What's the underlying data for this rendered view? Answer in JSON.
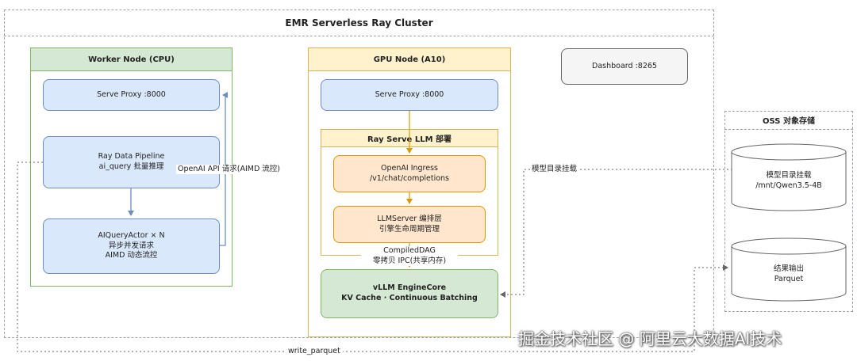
{
  "cluster": {
    "title": "EMR Serverless Ray Cluster"
  },
  "worker": {
    "title": "Worker Node (CPU)",
    "serve_proxy": "Serve Proxy :8000",
    "pipeline": [
      "Ray Data Pipeline",
      "ai_query 批量推理"
    ],
    "actor": [
      "AIQueryActor × N",
      "异步并发请求",
      "AIMD 动态流控"
    ],
    "api_label": "OpenAI API 请求(AIMD 流控)"
  },
  "gpu": {
    "title": "GPU Node (A10)",
    "serve_proxy": "Serve Proxy :8000",
    "llm_group": "Ray Serve LLM 部署",
    "ingress": [
      "OpenAI Ingress",
      "/v1/chat/completions"
    ],
    "llmserver": [
      "LLMServer 编排层",
      "引擎生命周期管理"
    ],
    "dag_label": [
      "CompiledDAG",
      "零拷贝 IPC(共享内存)"
    ],
    "engine": [
      "vLLM EngineCore",
      "KV Cache · Continuous Batching"
    ]
  },
  "dashboard": "Dashboard :8265",
  "oss": {
    "title": "OSS 对象存储",
    "model_mount": [
      "模型目录挂载",
      "/mnt/Qwen3.5-4B"
    ],
    "result": [
      "结果输出",
      "Parquet"
    ],
    "mount_label": "模型目录挂载",
    "write_label": "write_parquet"
  },
  "watermark": "掘金技术社区 @ 阿里云大数据AI技术"
}
